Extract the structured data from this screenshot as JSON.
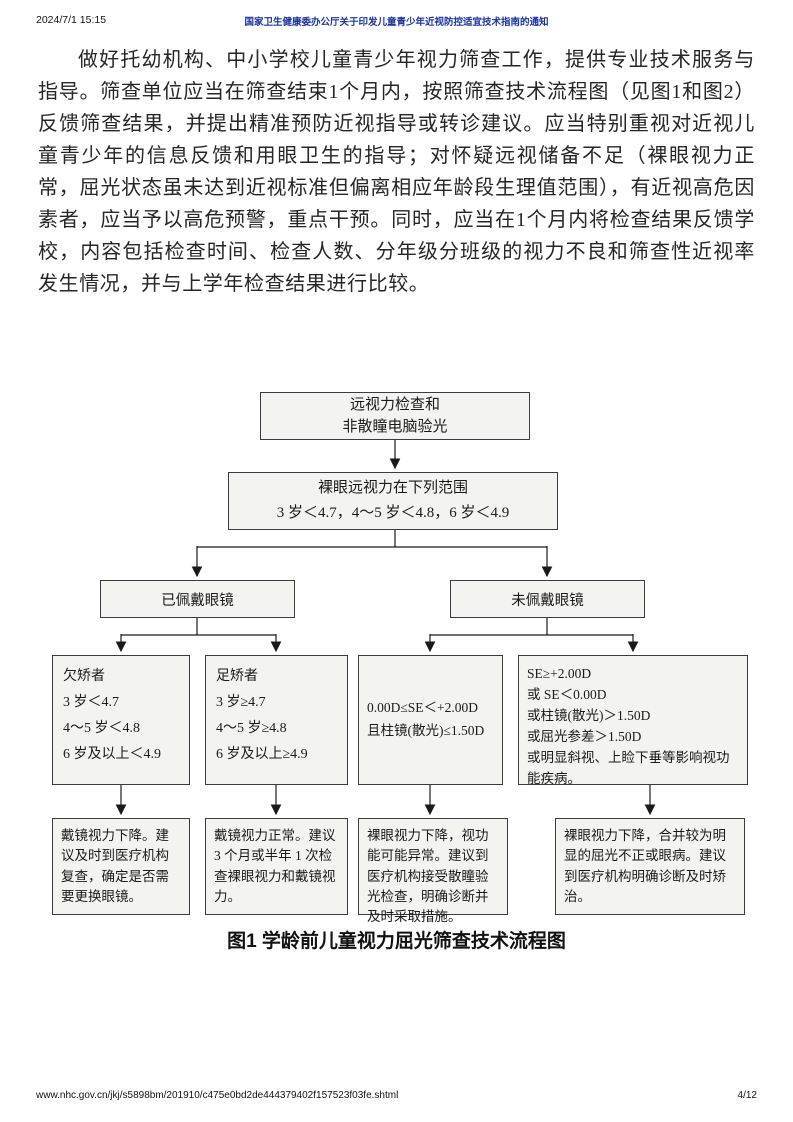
{
  "colors": {
    "title_blue": "#1a339e",
    "box_fill": "#f3f3ef",
    "box_border": "#3c3c3c"
  },
  "header": {
    "datetime": "2024/7/1 15:15",
    "title": "国家卫生健康委办公厅关于印发儿童青少年近视防控适宜技术指南的通知"
  },
  "body": {
    "paragraph": "做好托幼机构、中小学校儿童青少年视力筛查工作，提供专业技术服务与指导。筛查单位应当在筛查结束1个月内，按照筛查技术流程图（见图1和图2）反馈筛查结果，并提出精准预防近视指导或转诊建议。应当特别重视对近视儿童青少年的信息反馈和用眼卫生的指导；对怀疑远视储备不足（裸眼视力正常，屈光状态虽未达到近视标准但偏离相应年龄段生理值范围），有近视高危因素者，应当予以高危预警，重点干预。同时，应当在1个月内将检查结果反馈学校，内容包括检查时间、检查人数、分年级分班级的视力不良和筛查性近视率发生情况，并与上学年检查结果进行比较。"
  },
  "flowchart": {
    "caption": "图1 学龄前儿童视力屈光筛查技术流程图",
    "nodes": {
      "start": "远视力检查和\n非散瞳电脑验光",
      "range": "裸眼远视力在下列范围\n3 岁＜4.7，4～5 岁＜4.8，6 岁＜4.9",
      "with_glasses": "已佩戴眼镜",
      "without_glasses": "未佩戴眼镜",
      "under_corrected": "欠矫者\n3 岁＜4.7\n4～5 岁＜4.8\n6 岁及以上＜4.9",
      "fully_corrected": "足矫者\n3 岁≥4.7\n4～5 岁≥4.8\n6 岁及以上≥4.9",
      "refraction_normal": "0.00D≤SE＜+2.00D\n且柱镜(散光)≤1.50D",
      "refraction_abnormal": "SE≥+2.00D\n或 SE＜0.00D\n或柱镜(散光)＞1.50D\n或屈光参差＞1.50D\n或明显斜视、上睑下垂等影响视功能疾病。",
      "advice_under": "戴镜视力下降。建议及时到医疗机构复查，确定是否需要更换眼镜。",
      "advice_fully": "戴镜视力正常。建议 3 个月或半年 1 次检查裸眼视力和戴镜视力。",
      "advice_normal": "裸眼视力下降，视功能可能异常。建议到医疗机构接受散瞳验光检查，明确诊断并及时采取措施。",
      "advice_abnormal": "裸眼视力下降，合并较为明显的屈光不正或眼病。建议到医疗机构明确诊断及时矫治。"
    }
  },
  "footer": {
    "url": "www.nhc.gov.cn/jkj/s5898bm/201910/c475e0bd2de444379402f157523f03fe.shtml",
    "page_indicator": "4/12"
  }
}
